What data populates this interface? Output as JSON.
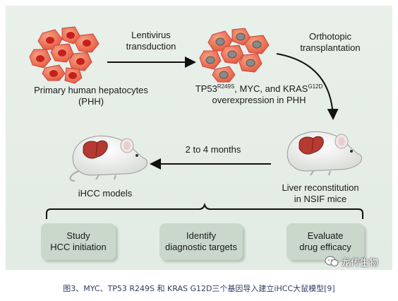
{
  "diagram": {
    "lentivirus": [
      "Lentivirus",
      "transduction"
    ],
    "orthotopic": [
      "Orthotopic",
      "transplantation"
    ],
    "phh": [
      "Primary human hepatocytes",
      "(PHH)"
    ],
    "overexp": {
      "tp53": "TP53",
      "tp53_sup": "R249S",
      "mid": ", MYC, and KRAS",
      "kras_sup": "G12D",
      "line2": "overexpression in PHH"
    },
    "months": "2 to 4 months",
    "ihcc_models": "iHCC models",
    "liver_recon": [
      "Liver reconstitution",
      "in NSIF mice"
    ],
    "boxes": [
      [
        "Study",
        "HCC initiation"
      ],
      [
        "Identify",
        "diagnostic targets"
      ],
      [
        "Evaluate",
        "drug efficacy"
      ]
    ]
  },
  "watermark": "龙传生物",
  "caption": "图3、MYC、TP53 R249S 和 KRAS G12D三个基因导入建立iHCC大鼠模型[9]",
  "colors": {
    "panel_bg": "#e6eee7",
    "cell_fill": "#ee6b4d",
    "nucleus_red": "#c61f1f",
    "nucleus_gray": "#8a8a8a",
    "box_bg": "#c9d8cb",
    "caption": "#2e3c66",
    "liver": "#b43a32"
  },
  "icons": [
    "lentivirus-arrow-icon",
    "orthotopic-arrow-icon",
    "months-arrow-icon",
    "mouse-icon",
    "liver-icon",
    "watermark-logo-icon"
  ]
}
